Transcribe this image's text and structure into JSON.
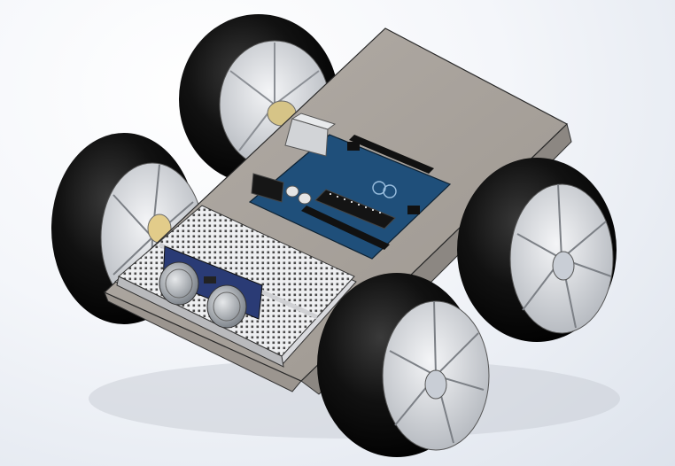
{
  "scene": {
    "subject": "robot-car-cad-model",
    "parts": [
      "chassis-plate",
      "arduino-board",
      "breadboard",
      "ultrasonic-sensor",
      "wheel-front-left",
      "wheel-front-right",
      "wheel-rear-left",
      "wheel-rear-right"
    ],
    "colors": {
      "background": "#eef1f6",
      "chassis": "#a8a29c",
      "chassis_side": "#8e8984",
      "tire": "#0a0a0a",
      "rim": "#d7dade",
      "board": "#1f4f7a",
      "breadboard": "#ecedef",
      "sensor_pcb": "#2a3b75",
      "sensor_can": "#9aa0a6"
    }
  }
}
